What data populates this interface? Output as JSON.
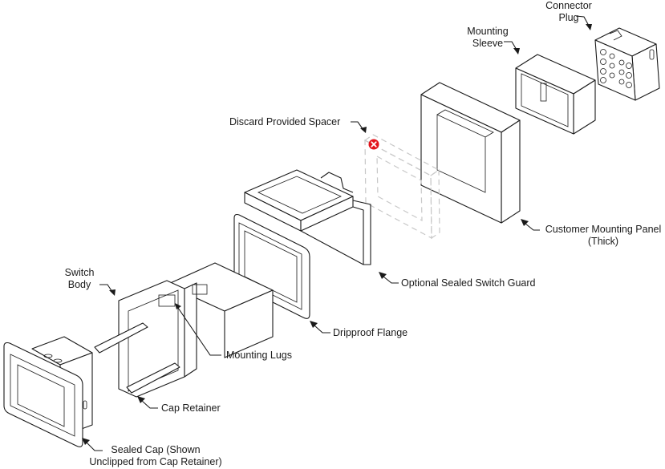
{
  "diagram": {
    "title": "Exploded assembly view",
    "callouts": {
      "connector_plug": [
        "Connector",
        "Plug"
      ],
      "mounting_sleeve": [
        "Mounting",
        "Sleeve"
      ],
      "discard_spacer": "Discard Provided Spacer",
      "customer_panel": [
        "Customer Mounting Panel",
        "(Thick)"
      ],
      "optional_guard": "Optional Sealed Switch Guard",
      "switch_body": [
        "Switch",
        "Body"
      ],
      "dripproof_flange": "Dripproof Flange",
      "mounting_lugs": "Mounting Lugs",
      "cap_retainer": "Cap Retainer",
      "sealed_cap": [
        "Sealed Cap (Shown",
        "Unclipped from Cap Retainer)"
      ]
    },
    "discard_marker": {
      "icon": "x-circle-icon",
      "color": "#e3141b",
      "glyph": "✕"
    }
  }
}
